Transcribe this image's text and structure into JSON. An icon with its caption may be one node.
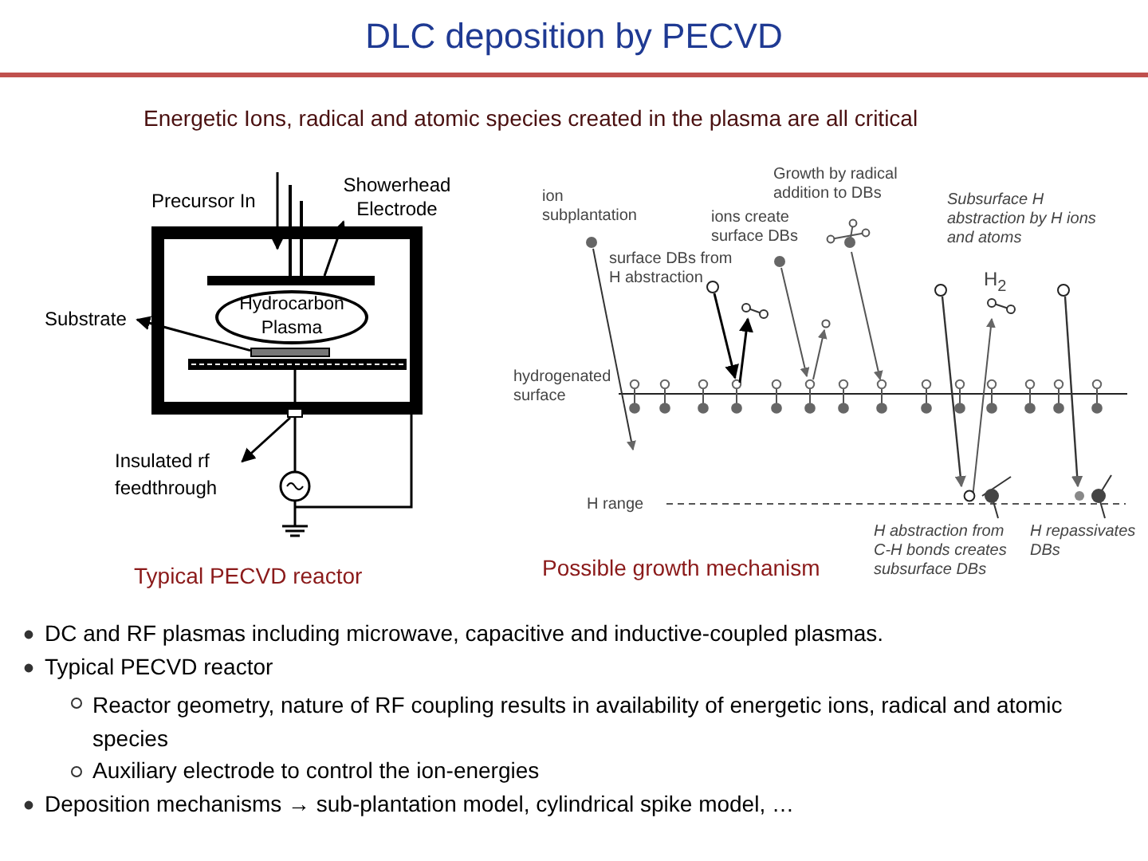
{
  "diagram": {
    "title": "DLC deposition by PECVD",
    "nodes": [
      {
        "text": [
          "Showerhead Electrode"
        ]
      },
      {
        "text": [],
        "shape": "bar"
      },
      {
        "text": [
          "Hydrocarbon Plasma"
        ]
      },
      {
        "text": [
          "Substrate"
        ]
      },
      {
        "text": [],
        "shape": "bar"
      },
      {
        "text": [
          "Insulated rf feedthrough"
        ]
      },
      {
        "text": [],
        "shape": "box"
      }
    ],
    "edges": [
      {
        "from": 1,
        "to": 0,
        "arrow": "to"
      },
      {
        "from": 4,
        "to": 3,
        "arrow": "to"
      },
      {
        "from": 6,
        "to": 5,
        "arrow": "to"
      }
    ],
    "labels": [
      "Energetic Ions, radical and atomic species created in the plasma are all critical",
      "Precursor In",
      "Typical PECVD reactor",
      "ion subplantation",
      "Growth by radical addition to DBs",
      "Subsurface H abstraction by H ions and atoms",
      "ions create surface DBs",
      "surface DBs from H abstraction",
      "H$_{2}$",
      "hydrogenated surface",
      "H range",
      "Possible growth mechanism",
      "H abstraction from C-H bonds creates subsurface DBs",
      "H repassivates DBs",
      "DC and RF plasmas including microwave, capacitive and inductive-coupled plasmas.",
      "Typical PECVD reactor",
      "Reactor geometry, nature of RF coupling results in availability of energetic ions, radical and atomic species",
      "Auxiliary electrode to control the ion-energies",
      "Deposition mechanisms → sub-plantation model, cylindrical spike model, …"
    ]
  }
}
